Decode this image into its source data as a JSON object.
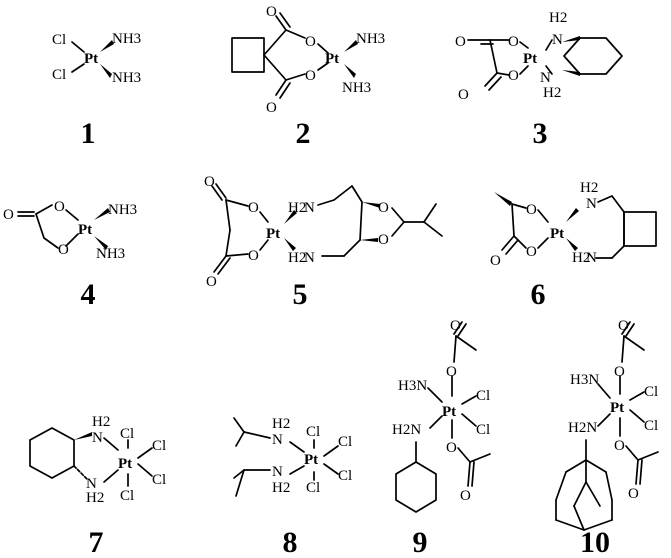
{
  "compounds": [
    {
      "number": "1",
      "ligands": [
        "Cl",
        "Cl",
        "NH3",
        "NH3"
      ]
    },
    {
      "number": "2",
      "ligands": [
        "NH3",
        "NH3",
        "O",
        "O",
        "O",
        "O"
      ]
    },
    {
      "number": "3",
      "ligands": [
        "O",
        "O",
        "O",
        "O",
        "H2",
        "H2",
        "N",
        "N"
      ]
    },
    {
      "number": "4",
      "ligands": [
        "NH3",
        "NH3",
        "O",
        "O",
        "O"
      ]
    },
    {
      "number": "5",
      "ligands": [
        "O",
        "O",
        "O",
        "O",
        "H2",
        "H2",
        "N",
        "N",
        "O",
        "O"
      ]
    },
    {
      "number": "6",
      "ligands": [
        "O",
        "O",
        "O",
        "H2",
        "H2",
        "N",
        "N"
      ]
    },
    {
      "number": "7",
      "ligands": [
        "Cl",
        "Cl",
        "Cl",
        "Cl",
        "H2",
        "H2",
        "N",
        "N"
      ]
    },
    {
      "number": "8",
      "ligands": [
        "Cl",
        "Cl",
        "Cl",
        "Cl",
        "H2",
        "H2",
        "N",
        "N"
      ]
    },
    {
      "number": "9",
      "ligands": [
        "H3N",
        "H2N",
        "Cl",
        "Cl",
        "O",
        "O",
        "O",
        "O"
      ]
    },
    {
      "number": "10",
      "ligands": [
        "H3N",
        "H2N",
        "Cl",
        "Cl",
        "O",
        "O",
        "O",
        "O"
      ]
    }
  ],
  "element_pt": "Pt"
}
